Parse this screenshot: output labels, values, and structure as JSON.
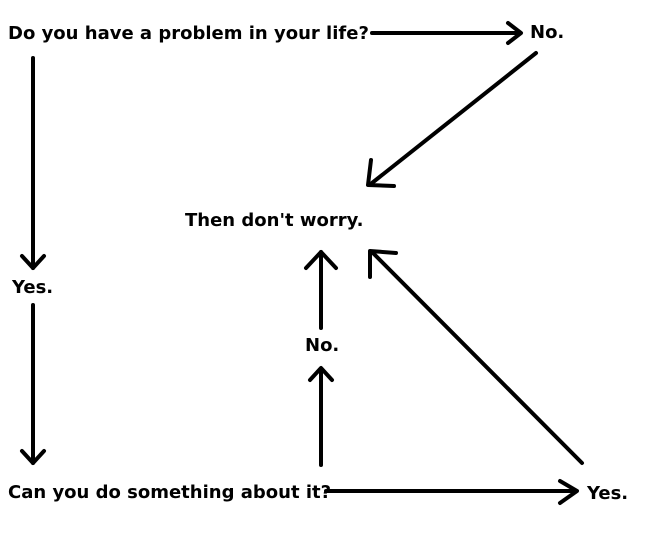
{
  "flowchart": {
    "question_problem": "Do you have a problem in your life?",
    "answer_no_top": "No.",
    "conclusion": "Then don't worry.",
    "answer_yes_left": "Yes.",
    "answer_no_middle": "No.",
    "question_action": "Can you do something about it?",
    "answer_yes_bottom": "Yes."
  }
}
